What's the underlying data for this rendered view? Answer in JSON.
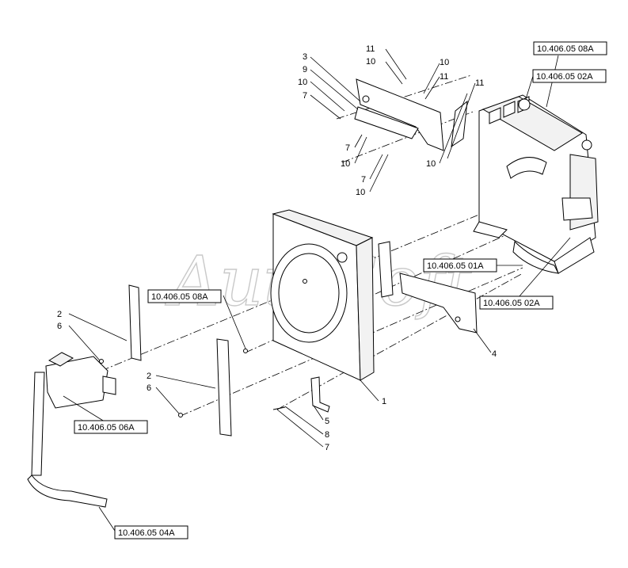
{
  "watermark": "AutoSoft",
  "references": {
    "r08a": "10.406.05 08A",
    "r02a_top": "10.406.05 02A",
    "r01a": "10.406.05 01A",
    "r02a_right": "10.406.05 02A",
    "r08a_fan": "10.406.05 08A",
    "r06a": "10.406.05 06A",
    "r04a": "10.406.05 04A"
  },
  "callouts": {
    "c1": "1",
    "c2a": "2",
    "c2b": "2",
    "c3": "3",
    "c4": "4",
    "c5": "5",
    "c6a": "6",
    "c6b": "6",
    "c7a": "7",
    "c7b": "7",
    "c7c": "7",
    "c7d": "7",
    "c8": "8",
    "c9": "9",
    "c10a": "10",
    "c10b": "10",
    "c10c": "10",
    "c10d": "10",
    "c10e": "10",
    "c10f": "10",
    "c11a": "11",
    "c11b": "11",
    "c11c": "11"
  }
}
